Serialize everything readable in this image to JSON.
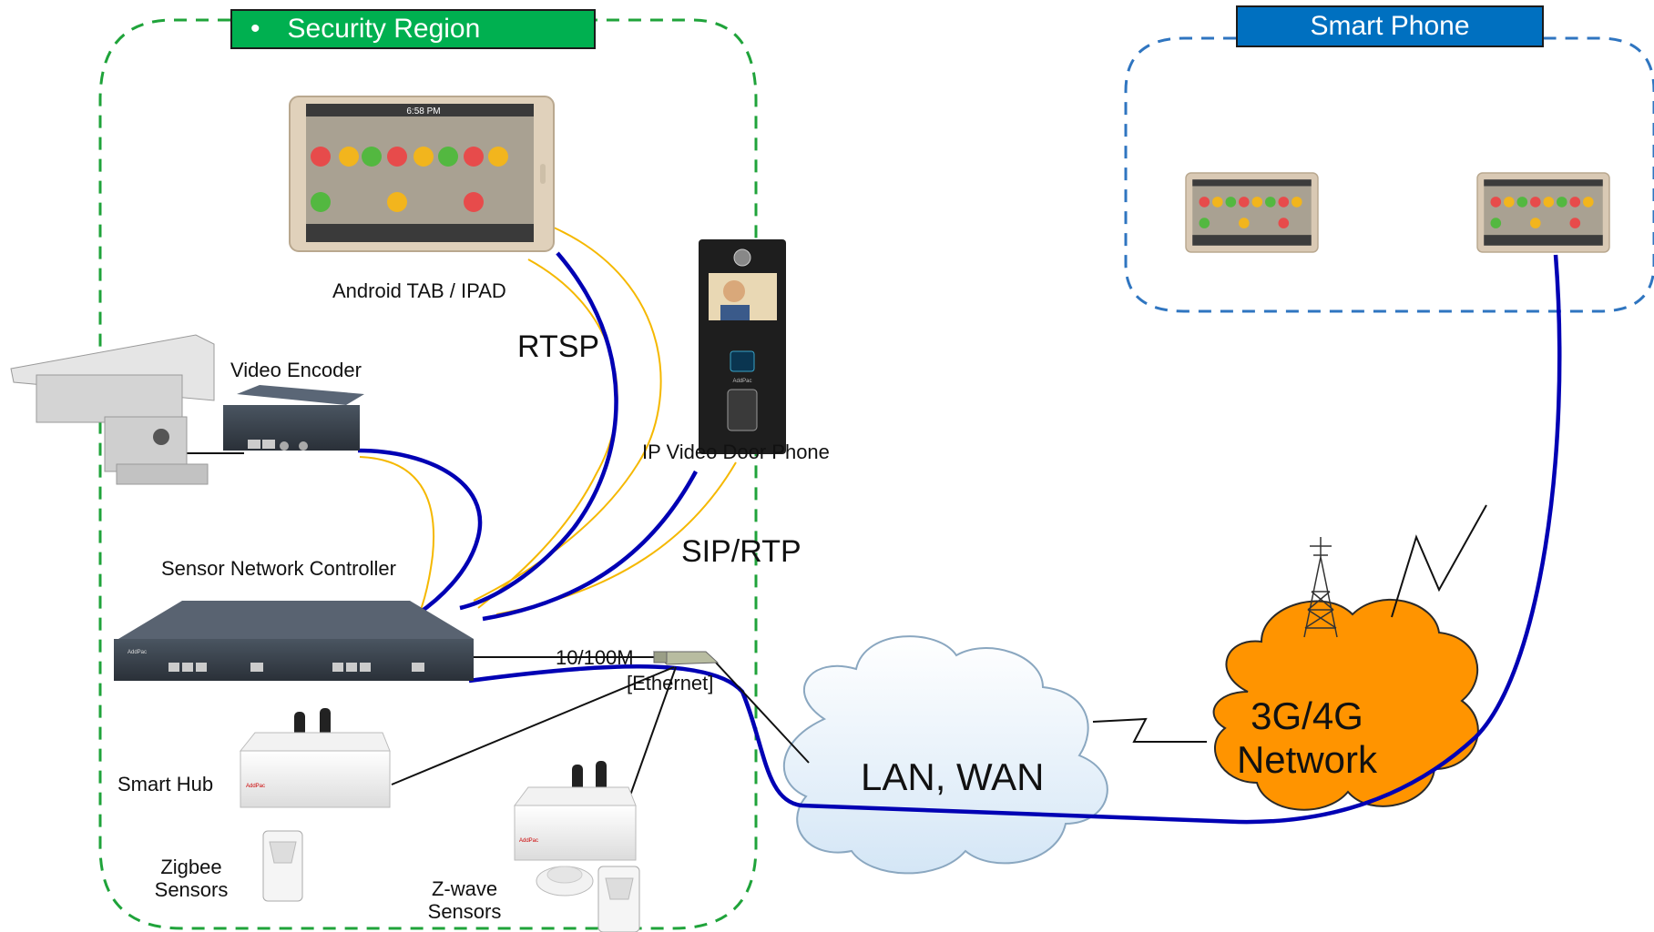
{
  "regions": {
    "security": {
      "bullet": "•",
      "title": "Security Region"
    },
    "smart_phone": {
      "title": "Smart Phone"
    }
  },
  "devices": {
    "tablet_label": "Android TAB / IPAD",
    "tablet_time": "6:58 PM",
    "video_encoder_label": "Video Encoder",
    "door_phone_label": "IP Video Door Phone",
    "controller_label": "Sensor Network Controller",
    "smart_hub_label": "Smart Hub",
    "zigbee_label_line1": "Zigbee",
    "zigbee_label_line2": "Sensors",
    "zwave_label_line1": "Z-wave",
    "zwave_label_line2": "Sensors",
    "brand_text": "AddPac"
  },
  "links": {
    "rtsp": "RTSP",
    "sip_rtp": "SIP/RTP",
    "ethernet_line1": "10/100M",
    "ethernet_line2": "[Ethernet]"
  },
  "networks": {
    "lan_wan": "LAN, WAN",
    "mobile_line1": "3G/4G",
    "mobile_line2": "Network"
  },
  "colors": {
    "security_green": "#00b050",
    "phone_blue": "#0070c0",
    "cable_blue": "#0000b4",
    "cable_yellow": "#f5b800",
    "mobile_orange": "#ff9400",
    "cloud_fill": "#e8f2fb"
  }
}
